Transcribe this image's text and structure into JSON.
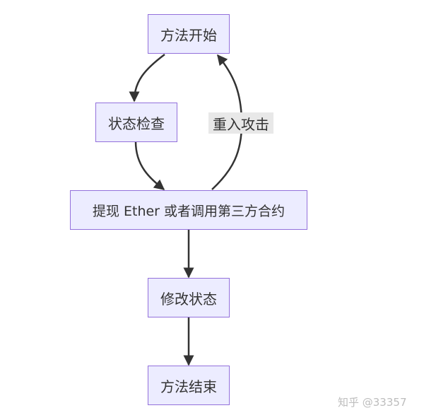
{
  "nodes": {
    "start": "方法开始",
    "check": "状态检查",
    "withdraw": "提现 Ether 或者调用第三方合约",
    "modify": "修改状态",
    "end": "方法结束"
  },
  "edges": {
    "reentry_label": "重入攻击"
  },
  "watermark": "知乎 @33357",
  "colors": {
    "node_fill": "#ECECFF",
    "node_border": "#9370DB",
    "edge": "#333333",
    "edge_label_bg": "#e8e8e8"
  }
}
